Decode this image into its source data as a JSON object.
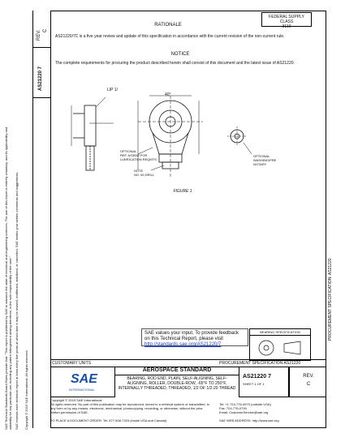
{
  "header": {
    "fsc_box": "FEDERAL SUPPLY CLASS\n3110",
    "rev_label": "REV.",
    "rev_value": "C",
    "doc_number": "AS21220 7"
  },
  "sections": {
    "rationale_title": "RATIONALE",
    "rationale_text": "AS21220/7C is a five year review and update of this specification in accordance with the current revision of the non-current rule.",
    "notice_title": "NOTICE",
    "notice_text": "The complete requirements for procuring the product described herein shall consist of this document and the latest issue of AS21220."
  },
  "figure": {
    "caption": "FIGURE 1",
    "lip_label": "LIP 1/",
    "grease_label": "OPTIONAL\nREF. AS3052 FOR\nLUBRICATION REQMTS.",
    "drill_label": "NOTE\nNO. 60 DRILL",
    "washing_label": "OPTIONAL\nWASHING/PRE\nNOTARY",
    "angle_label": "40°"
  },
  "side_legal": {
    "left_text": "SAE Technical Standards Board Rules provide that: \"This report is published by SAE to advance the state of technical and engineering sciences. The use of this report is entirely voluntary, and its applicability and suitability for any particular use, including any patent infringement arising therefrom, is the sole responsibility of the user.\"",
    "right_text": "PROCUREMENT SPECIFICATION: AS21220"
  },
  "feedback": {
    "text": "SAE values your input. To provide feedback on this Technical Report, please visit",
    "link": "http://standards.sae.org/AS21220/7"
  },
  "part_box_label": "BEARING SPECIFICATION",
  "footer": {
    "customary": "CUSTOMARY UNITS",
    "procurement": "PROCUREMENT SPECIFICATION AS21220",
    "standard_title": "AEROSPACE STANDARD",
    "desc": "BEARING, ROD END, PLAIN, SELF-ALIGNING, SELF-ALIGNING, ROLLER, DOUBLE-ROW, -65°F TO 250°F, INTERNALLY THREADED, THREADED, 1/2 OF 1/2-20 THREAD",
    "doc_no": "AS21220 7",
    "sheet": "SHEET 1 OF 1",
    "rev_label": "REV.",
    "rev": "C",
    "copyright": "Copyright © 2015 SAE International",
    "smallprint": "All rights reserved. No part of this publication may be reproduced, stored in a retrieval system or transmitted, in any form or by any means, electronic, mechanical, photocopying, recording, or otherwise, without the prior written permission of SAE.",
    "contact1": "TO PLACE A DOCUMENT ORDER:   Tel: 877-606-7323 (inside USA and Canada)",
    "contact2": "Tel: +1 724-776-4970 (outside USA)",
    "contact3": "Fax: 724-776-0790",
    "contact4": "Email: CustomerService@sae.org",
    "contact5": "SAE WEB ADDRESS: http://www.sae.org",
    "logo": "SAE",
    "logo_sub": "INTERNATIONAL"
  },
  "colors": {
    "ink": "#111111",
    "link": "#1a3fd0",
    "logo": "#1a4f9c"
  }
}
